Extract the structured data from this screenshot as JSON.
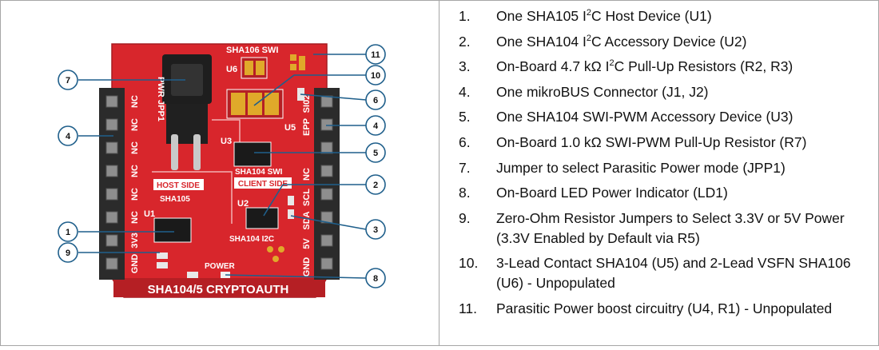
{
  "board": {
    "title": "SHA104/5 CRYPTOAUTH",
    "pwr_label": "PWR",
    "jpp1_label": "JPP1",
    "sha106_label": "SHA106 SWI",
    "u6_label": "U6",
    "u5_label": "U5",
    "u3_label": "U3",
    "sha104_swi_label": "SHA104 SWI",
    "host_side_label": "HOST SIDE",
    "client_side_label": "CLIENT SIDE",
    "sha105_label": "SHA105",
    "u1_label": "U1",
    "u2_label": "U2",
    "sha104_i2c_label": "SHA104 I2C",
    "power_label": "POWER",
    "left_pins": [
      "NC",
      "NC",
      "NC",
      "NC",
      "NC",
      "NC",
      "3V3",
      "GND"
    ],
    "right_pins": [
      "SI02",
      "EPP",
      "NC",
      "SCL",
      "SDA",
      "5V",
      "GND"
    ],
    "callouts": [
      "7",
      "4",
      "1",
      "9",
      "11",
      "10",
      "6",
      "4",
      "5",
      "2",
      "3",
      "8"
    ]
  },
  "features": [
    {
      "num": "1.",
      "pre": "One SHA105 I",
      "sup": "2",
      "post": "C Host Device (U1)"
    },
    {
      "num": "2.",
      "pre": "One SHA104 I",
      "sup": "2",
      "post": "C Accessory Device (U2)"
    },
    {
      "num": "3.",
      "pre": "On-Board 4.7 kΩ I",
      "sup": "2",
      "post": "C Pull-Up Resistors (R2, R3)"
    },
    {
      "num": "4.",
      "pre": "One mikroBUS Connector (J1, J2)",
      "sup": "",
      "post": ""
    },
    {
      "num": "5.",
      "pre": "One SHA104 SWI-PWM Accessory Device (U3)",
      "sup": "",
      "post": ""
    },
    {
      "num": "6.",
      "pre": "On-Board 1.0 kΩ SWI-PWM Pull-Up Resistor (R7)",
      "sup": "",
      "post": ""
    },
    {
      "num": "7.",
      "pre": "Jumper to select Parasitic Power mode (JPP1)",
      "sup": "",
      "post": ""
    },
    {
      "num": "8.",
      "pre": "On-Board LED Power Indicator (LD1)",
      "sup": "",
      "post": ""
    },
    {
      "num": "9.",
      "pre": "Zero-Ohm Resistor Jumpers to Select 3.3V or 5V Power (3.3V Enabled by Default via R5)",
      "sup": "",
      "post": ""
    },
    {
      "num": "10.",
      "pre": "3-Lead Contact SHA104 (U5) and 2-Lead VSFN SHA106 (U6) - Unpopulated",
      "sup": "",
      "post": ""
    },
    {
      "num": "11.",
      "pre": "Parasitic Power boost circuitry (U4, R1) - Unpopulated",
      "sup": "",
      "post": ""
    }
  ],
  "colors": {
    "pcb": "#d8262c",
    "pcb_dark": "#b51f24",
    "callout": "#1f5f8b",
    "header": "#2b2b2b",
    "pad": "#e0a92a"
  }
}
